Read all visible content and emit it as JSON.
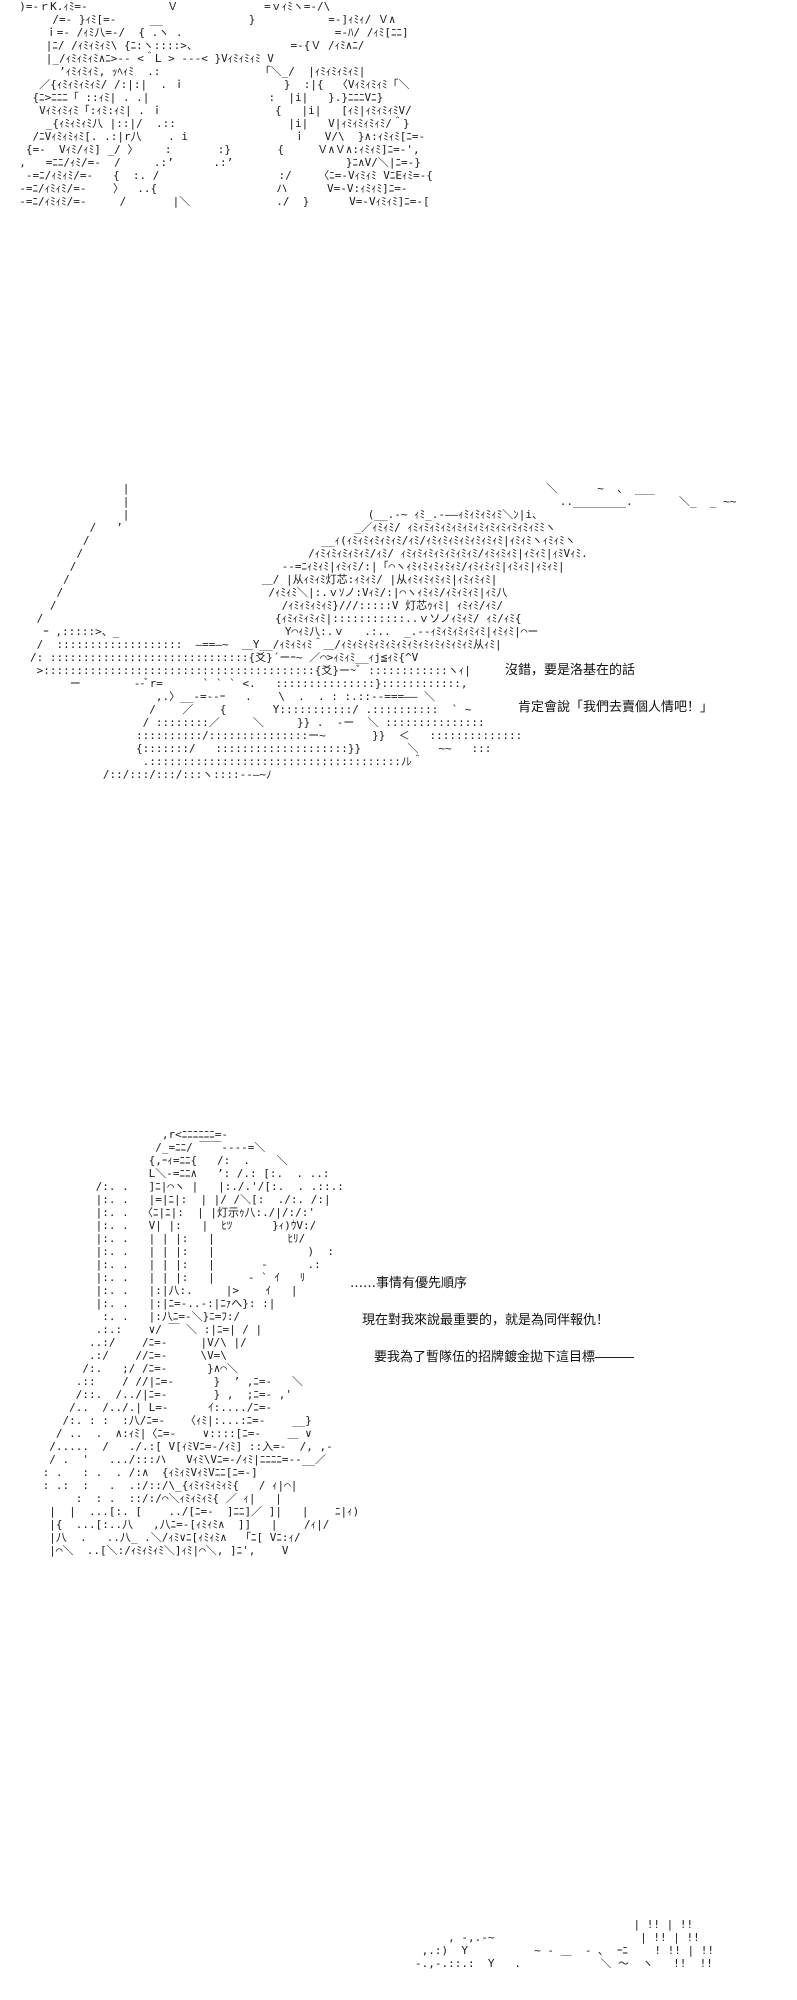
{
  "panels": [
    {
      "art": "  )=-ｒK.ｨﾐ=-            Ｖ             =ｖｨﾐヽ=-/\\\n       /=- }ｨﾐ[=-     __             }           =-]ｨﾐｨ/ Ｖ∧\n      ｉ=- /ｨﾐ八=-/  { .ヽ .                       =-ﾊ/ /ｨﾐ[ﾆﾆ]\n      |ﾆ/ /ｨﾐｨﾐｨﾐ\\ {ﾆ:ヽ::::>、              =-{Ｖ /ｨﾐ∧ﾆ/\n      |_/ｨﾐｨﾐｨﾐ∧ﾆ>-- <＾L > ---< }Vｨﾐｨﾐｨﾐ V\n        ’ｨﾐｨﾐｨﾐ, ｯﾍｨﾐ  .:               「＼_/  |ｨﾐｨﾐｨﾐｨﾐ|\n     ／{ｨﾐｨﾐｨﾐｨﾐ/ /:|:|  . ｉ               }  :|{  〈Vｨﾐｨﾐｨﾐ「＼\n    {ﾆ>ﾆﾆﾆ「 ::ｨﾐ| . .|                  :  |i|   }.}ﾆﾆﾆVﾆ}\n     Vｨﾐｨﾐｨﾐ「:ｨﾐ:ｨﾐ| . ｉ                 {   |i|   [ｨﾐ|ｨﾐｨﾐｨﾐV/\n      _{ｨﾐｨﾐｨﾐ八 |::|/  .::                 |i|   V|ｨﾐｨﾐｨﾐｨﾐ/＾}\n    /ﾆVｨﾐｨﾐｨﾐ[. .:|r八    . i                ｉ   V/\\  }∧:ｨﾐｨﾐ[ﾆ=-\n   {=-  Vｨﾐ/ｨﾐ] _/ 〉    :       :}       {     Ｖ∧Ｖ∧:ｨﾐｨﾐ]ﾆ=-',\n  ,   =ﾆﾆ/ｨﾐ/=-  /     .:’      .:’                 }ﾆ∧V/＼|ﾆ=-}\n   -=ﾆ/ｨﾐｨﾐ/=-   {  :. /                  :/    〈ﾆ=-Vｨﾐｨﾐ VﾆEｨﾐ=-{\n  -=ﾆ/ｨﾐｨﾐ/=-    〉  ..{                  ハ      V=-V:ｨﾐｨﾐ]ﾆ=-\n  -=ﾆ/ｨﾐｨﾐ/=-     /       |＼             ./  }      V=-Vｨﾐｨﾐ]ﾆ=-[",
      "dialogue": []
    },
    {
      "art": "              |                                                               ＼      ~  、 ___\n              |                                                                 ..________.       ＼_  _ ~~\n              |                                    (__.-~ ｨﾐ_.-――ｨﾐｨﾐｨﾐｨﾐ＼ﾝ|i、\n         /   ’                                   _／ｨﾐｨﾐ/ ｨﾐｨﾐｨﾐｨﾐｨﾐｨﾐｨﾐｨﾐｨﾐｨﾐｨﾐｨﾐﾐヽ\n        /                                   __ｨ(ｨﾐｨﾐｨﾐｨﾐｨﾐ/ｨﾐ/ｨﾐｨﾐｨﾐｨﾐｨﾐｨﾐｨﾐ|ｨﾐｨﾐヽｨﾐｨﾐヽ\n       /                                  /ｨﾐｨﾐｨﾐｨﾐｨﾐ/ｨﾐ/ ｨﾐｨﾐｨﾐｨﾐｨﾐｨﾐｨﾐ/ｨﾐｨﾐｨﾐ|ｨﾐｨﾐ|ｨﾐVｨﾐ.\n      /                               --=ﾆｨﾐｨﾐ|ｨﾐｨﾐ/:|「⌒ヽｨﾐｨﾐｨﾐｨﾐｨﾐ/ｨﾐｨﾐｨﾐ|ｨﾐｨﾐ|ｨﾐｨﾐ|\n     /                             ＿/ |从ｨﾐｨﾐ灯芯:ｨﾐｨﾐ/ |从ｨﾐｨﾐｨﾐｨﾐ|ｨﾐｨﾐｨﾐ|\n    /                               /ｨﾐｨﾐ＼|:.ｖｿノ:Vｨﾐ/:|⌒ヽｨﾐｨﾐ/ｨﾐｨﾐｨﾐ|ｨﾐ八\n   /                                  /ｨﾐｨﾐｨﾐｨﾐ}///:::::V 灯芯ｩｨﾐ| ｨﾐｨﾐ/ｨﾐ/\n /                                   {ｨﾐｨﾐｨﾐｨﾐ|:::::::::::..ｖソノｨﾐｨﾐ/ ｨﾐ/ｨﾐ{\n  ｰ ,:::::>、_                         Y⌒ｨﾐ八:.ｖ   .:..  _.--ｨﾐｨﾐｨﾐｨﾐｨﾐ|ｨﾐｨﾐ|⌒ー\n /  :::::::::::::::::::  ―==―~  ＿Y__/ｨﾐｨﾐｨﾐ＾＿/ｨﾐｨﾐｨﾐｨﾐｨﾐｨﾐｨﾐｨﾐｨﾐｨﾐｨﾐｨﾐ从ｨﾐ|\n/: ::::::::::::::::::::::::::::::{爻}´ーｰ~ ／⌒>ｨﾐｨﾐ__ｨj≦ｨﾐ{^V\n >:::::::::::::::::::::::::::::::::::::::::{爻}ー~ﾞ ::::::::::::ヽｨ|\n      ー        --ﾞr=      ` ` ` <.   :::::::::::::::}::::::::::::,\n                   ,.〉__-=--ｰ   .    \\  .  . : :.::-‐===―― ＼\n                  /    ／    {       Y:::::::::::/ .::::::::::  ` ~\n                 / ::::::::／     ＼     }} .  -ー  ＼ :::::::::::::::\n                ::::::::::/:::::::::::::::ー~       }}  ＜   ::::::::::::::\n                {:::::::/   ::::::::::::::::::::}}       ＼   ~~   :::\n                 .::::::::::::::::::::::::::::::::::::::ﾉﾚ＾\n           /::/:::/:::/:::ヽ::::--―~ﾉ",
      "dialogue": [
        "沒錯，要是洛基在的話",
        "肯定會說「我們去賣個人情吧！」"
      ]
    },
    {
      "art": "                   ,r<ﾆﾆﾆﾆﾆﾆ=-\n                  /_=ﾆﾆ/ ￣￣‐--‐=＼\n                 {,ｰｨ=ﾆﾆ{   /:  .    ＼\n                 L＼-=ﾆﾆ∧   ’: /.: [:.  . ..:\n         /:. .   ]ﾆ|⌒ヽ |   |:./.'/[:.  . .::.:\n         |:. .   |=|ﾆ|:  | |/ /＼[:  ./:. /:|\n         |:. .  〈ﾆ|ﾆ|:  | |灯示ｩ八:./|/:/:'\n         |:. .   V| |:   |  ﾋﾂ      }ｨ)ｳV:/\n         |:. .   | | |:   |           ﾋﾘ/\n         |:. .   | | |:   |              )  :\n         |:. .   | | |:   |       -      .:\n         |:. .   | | |:   |     - ` ｲ   ﾘ\n         |:. .   |:|八:.     |>    ｲ   |\n         |:. .   |:|ﾆ=-..-:|ﾆｧへ}: :|\n          :. .   |:八ﾆ=-＼}ﾆ=ﾌ:/\n         .:.:    ∨/ ￣ ＼ :|ﾆ=| / |\n        ..:/    /ﾆ=-     |V/\\ |/\n        .:/    //ﾆ=-     \\V=\\\n       /:.   ;/ /ﾆ=-      }∧⌒＼\n      .::    / //|ﾆ=-      }  ’ ,ﾆ=-   ＼\n      /::.  /../|ﾆ=-       } ,  ;ﾆ=- ,'\n     /..  /../.| L=-      ｲ:..../ﾆ=-\n    /:. : :  :八/ﾆ=-   〈ｨﾐ|:...:ﾆ=-    __}\n   / ..  .  ∧:ｨﾐ|〈ﾆ=-    ∨::::[ﾆ=-    ＿ ∨\n  /.....  /   ./.:[ V[ｨﾐVﾆ=-/ｨﾐ] ::入=-  /, ,-\n  / .  '   .../:::ハ   Vｨﾐ\\Vﾆ=-/ｨﾐ|ﾆﾆﾆﾆ=--__／\n : .   : .  . /:∧  {ｨﾐｨﾐVｨﾐVﾆﾆ[ﾆ=-]\n : .:  :   .  .:/::/\\_{ｨﾐｨﾐｨﾐｨﾐ{   / ｨ|⌒|\n      :  : .  ::/:/⌒＼ｨﾐｨﾐｨﾐ{ ／ ｨ|   |\n  |  |  ...[:. [    ../[ﾆ=-  ]ﾆﾆ]／ ]|   |    ﾆ|ｨ)\n  |{  ...[:..八   ,八ﾆ=-[ｨﾐｨﾐ∧  ]]   |    /ｨ|/\n  |八  .   ..八_ .＼/ｨﾐ∨ﾆ[ｨﾐｨﾐ∧  「ﾆ[ Vﾆ:ｨ/\n  |⌒＼  ..[＼:/ｨﾐｨﾐｨﾐ＼]ｨﾐ|⌒＼, ]ﾆ',    V",
      "dialogue": [
        "……事情有優先順序",
        "現在對我來說最重要的，就是為同伴報仇！",
        "要我為了暫隊伍的招牌鍍金拋下這目標―――"
      ]
    },
    {
      "art": "                                         | !! | !!\n             , -,.-~                      | !! | !!\n         ,.:)  Y          ~ - ＿  - ､  ｰﾆ    ! !! | !!\n        -.,-.::.:  Y   .            ＼ ～  ヽ   !!  !!",
      "dialogue": []
    }
  ]
}
